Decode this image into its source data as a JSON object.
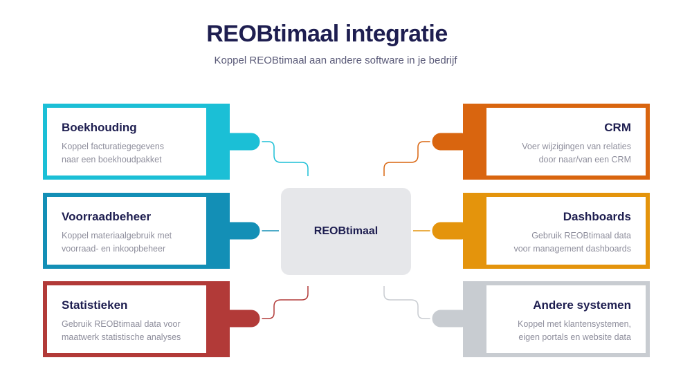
{
  "header": {
    "title": "REOBtimaal integratie",
    "subtitle": "Koppel REOBtimaal aan andere software in je bedrijf"
  },
  "hub": {
    "label": "REOBtimaal"
  },
  "colors": {
    "title": "#1e1e50",
    "subtitle": "#5a5a78",
    "hub_bg": "#e6e7ea",
    "boekhouding": "#1bbfd6",
    "voorraadbeheer": "#138fb6",
    "statistieken": "#b23a38",
    "crm": "#d9650f",
    "dashboards": "#e4940c",
    "andere": "#c8ccd1"
  },
  "left_cards": [
    {
      "title": "Boekhouding",
      "lines": [
        "Koppel facturatiegegevens",
        "naar een boekhoudpakket"
      ],
      "color": "#1bbfd6"
    },
    {
      "title": "Voorraadbeheer",
      "lines": [
        "Koppel materiaalgebruik met",
        "voorraad- en inkoopbeheer"
      ],
      "color": "#138fb6"
    },
    {
      "title": "Statistieken",
      "lines": [
        "Gebruik REOBtimaal data voor",
        "maatwerk statistische analyses"
      ],
      "color": "#b23a38"
    }
  ],
  "right_cards": [
    {
      "title": "CRM",
      "lines": [
        "Voer wijzigingen van relaties",
        "door naar/van een CRM"
      ],
      "color": "#d9650f"
    },
    {
      "title": "Dashboards",
      "lines": [
        "Gebruik REOBtimaal data",
        "voor management dashboards"
      ],
      "color": "#e4940c"
    },
    {
      "title": "Andere systemen",
      "lines": [
        "Koppel met klantensystemen,",
        "eigen portals en website data"
      ],
      "color": "#c8ccd1"
    }
  ]
}
